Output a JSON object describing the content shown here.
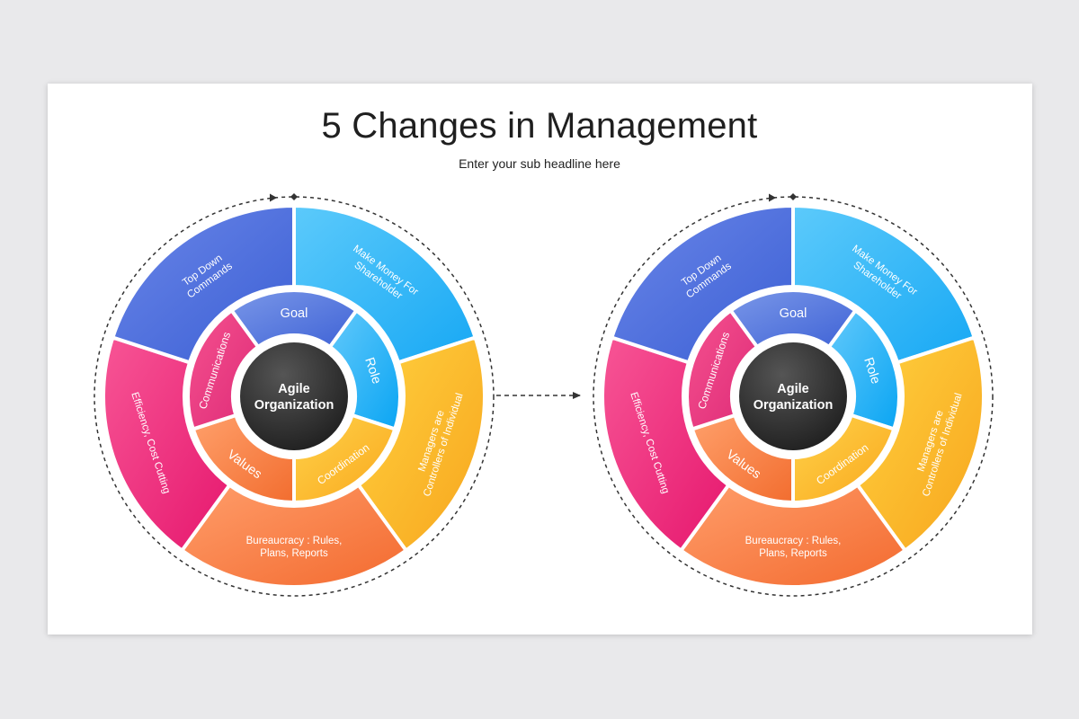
{
  "slide": {
    "title": "5 Changes in Management",
    "subtitle": "Enter your sub headline here"
  },
  "center_label": [
    "Agile",
    "Organization"
  ],
  "inner_ring": [
    {
      "label": "Goal",
      "color_from": "#7a97e8",
      "color_to": "#3f63d6"
    },
    {
      "label": "Role",
      "color_from": "#62c9fb",
      "color_to": "#0aa5f3"
    },
    {
      "label": "Coordination",
      "color_from": "#ffd24a",
      "color_to": "#f9a81d"
    },
    {
      "label": "Values",
      "color_from": "#ffa06b",
      "color_to": "#f26d2f"
    },
    {
      "label": "Communications",
      "color_from": "#f5528f",
      "color_to": "#de2a77"
    }
  ],
  "outer_ring": [
    {
      "label": [
        "Make Money For",
        "Shareholder"
      ],
      "color_from": "#5ccafb",
      "color_to": "#17a8f4"
    },
    {
      "label": [
        "Managers are",
        "Controllers of Individual"
      ],
      "color_from": "#ffd13f",
      "color_to": "#f7a51d"
    },
    {
      "label": [
        "Bureaucracy : Rules,",
        "Plans, Reports"
      ],
      "color_from": "#ff9d6a",
      "color_to": "#f36a2f"
    },
    {
      "label": [
        "Efficiency, Cost Cutting"
      ],
      "color_from": "#f75595",
      "color_to": "#e6176e"
    },
    {
      "label": [
        "Top Down",
        "Commands"
      ],
      "color_from": "#6a86e8",
      "color_to": "#3b5fd4"
    }
  ],
  "colors": {
    "background": "#e9e9eb",
    "slide": "#ffffff",
    "center_from": "#555555",
    "center_to": "#1c1c1c",
    "dashes": "#333333"
  }
}
